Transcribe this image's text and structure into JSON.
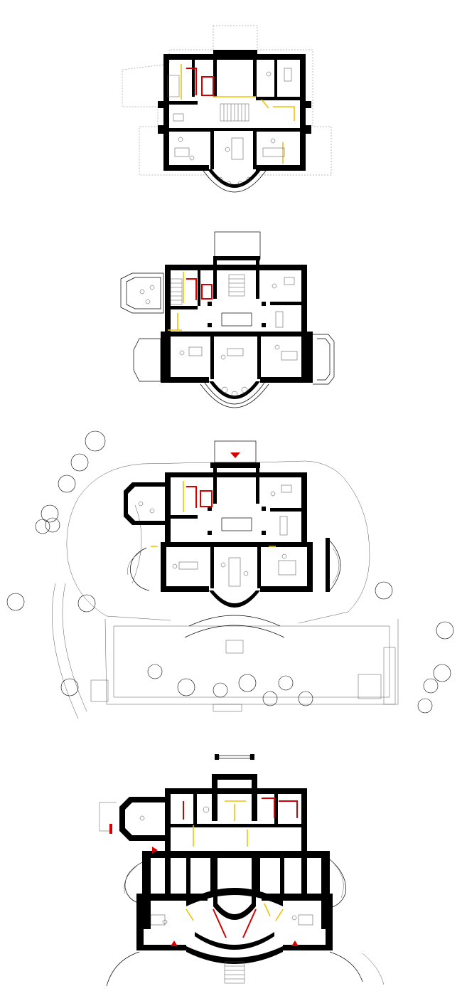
{
  "drawing": {
    "sheet_count": 4,
    "sheets": [
      "upper-floor-plan",
      "first-floor-plan",
      "ground-floor-site-plan",
      "basement-plan"
    ],
    "colors": {
      "wall": "#000000",
      "accent_red": "#d40000",
      "accent_yellow": "#f2c200",
      "background": "#ffffff"
    }
  }
}
